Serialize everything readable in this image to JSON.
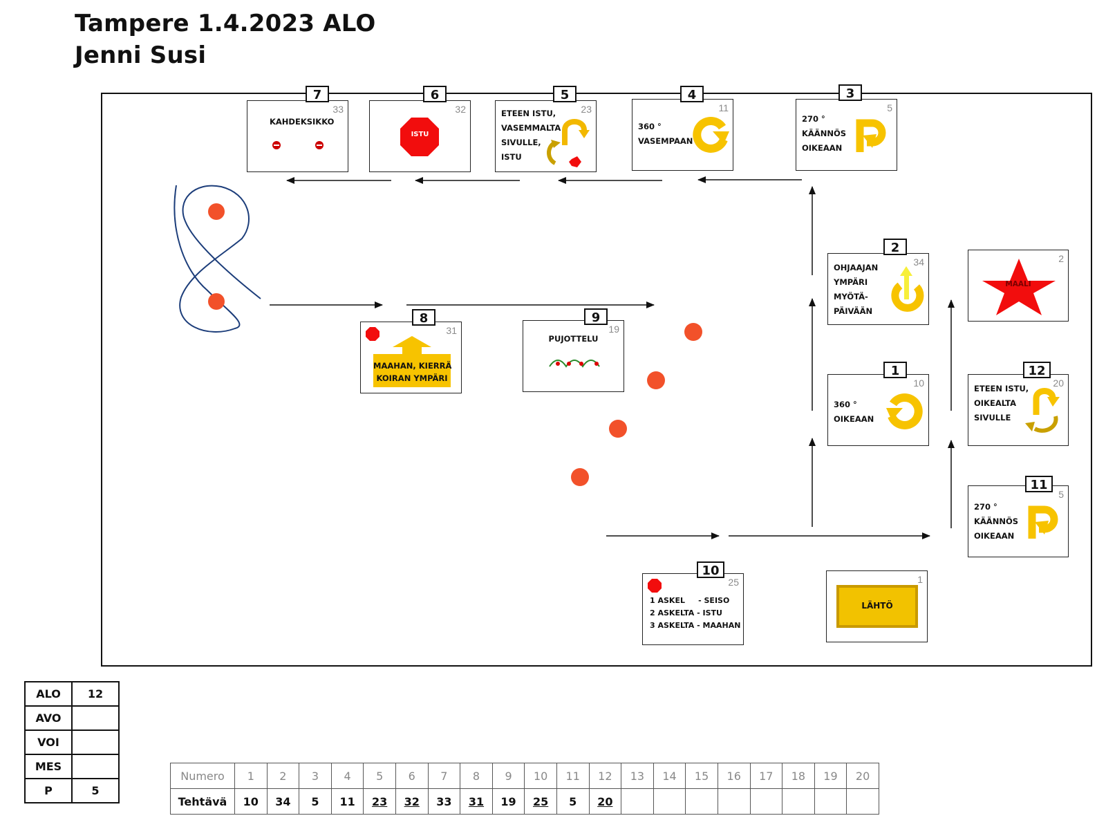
{
  "header": {
    "title_line1": "Tampere 1.4.2023 ALO",
    "title_line2": "Jenni Susi"
  },
  "signs": {
    "s7": {
      "number": "7",
      "code": "33",
      "text": "KAHDEKSIKKO"
    },
    "s6": {
      "number": "6",
      "code": "32",
      "text": "ISTU"
    },
    "s5": {
      "number": "5",
      "code": "23",
      "lines": [
        "ETEEN ISTU,",
        "VASEMMALTA",
        "SIVULLE,",
        "ISTU"
      ]
    },
    "s4": {
      "number": "4",
      "code": "11",
      "lines": [
        "360 °",
        "VASEMPAAN"
      ]
    },
    "s3": {
      "number": "3",
      "code": "5",
      "lines": [
        "270 °",
        "KÄÄNNÖS",
        "OIKEAAN"
      ]
    },
    "s2": {
      "number": "2",
      "code": "34",
      "lines": [
        "OHJAAJAN",
        "YMPÄRI",
        "MYÖTÄ-",
        "PÄIVÄÄN"
      ]
    },
    "smaali": {
      "code": "2",
      "text": "MAALI"
    },
    "s1": {
      "number": "1",
      "code": "10",
      "lines": [
        "360 °",
        "OIKEAAN"
      ]
    },
    "s12": {
      "number": "12",
      "code": "20",
      "lines": [
        "ETEEN ISTU,",
        "OIKEALTA",
        "SIVULLE"
      ]
    },
    "s11": {
      "number": "11",
      "code": "5",
      "lines": [
        "270 °",
        "KÄÄNNÖS",
        "OIKEAAN"
      ]
    },
    "s8": {
      "number": "8",
      "code": "31",
      "lines": [
        "MAAHAN, KIERRÄ",
        "KOIRAN YMPÄRI"
      ]
    },
    "s9": {
      "number": "9",
      "code": "19",
      "text": "PUJOTTELU"
    },
    "s10": {
      "number": "10",
      "code": "25",
      "lines": [
        "1 ASKEL     - SEISO",
        "2 ASKELTA - ISTU",
        "3 ASKELTA - MAAHAN"
      ]
    },
    "slahto": {
      "code": "1",
      "text": "LÄHTÖ"
    }
  },
  "classes": [
    {
      "label": "ALO",
      "value": "12"
    },
    {
      "label": "AVO",
      "value": ""
    },
    {
      "label": "VOI",
      "value": ""
    },
    {
      "label": "MES",
      "value": ""
    },
    {
      "label": "P",
      "value": "5"
    }
  ],
  "tasks": {
    "row1_label": "Numero",
    "row2_label": "Tehtävä",
    "numbers": [
      "1",
      "2",
      "3",
      "4",
      "5",
      "6",
      "7",
      "8",
      "9",
      "10",
      "11",
      "12",
      "13",
      "14",
      "15",
      "16",
      "17",
      "18",
      "19",
      "20"
    ],
    "values": [
      "10",
      "34",
      "5",
      "11",
      "23",
      "32",
      "33",
      "31",
      "19",
      "25",
      "5",
      "20",
      "",
      "",
      "",
      "",
      "",
      "",
      "",
      ""
    ],
    "underlined": [
      false,
      false,
      false,
      false,
      true,
      true,
      false,
      true,
      false,
      true,
      false,
      true,
      false,
      false,
      false,
      false,
      false,
      false,
      false,
      false
    ]
  },
  "colors": {
    "yellow": "#f7c300",
    "stop_red": "#f20d0d",
    "cone": "#f2512a",
    "ink": "#1c3d7a"
  }
}
